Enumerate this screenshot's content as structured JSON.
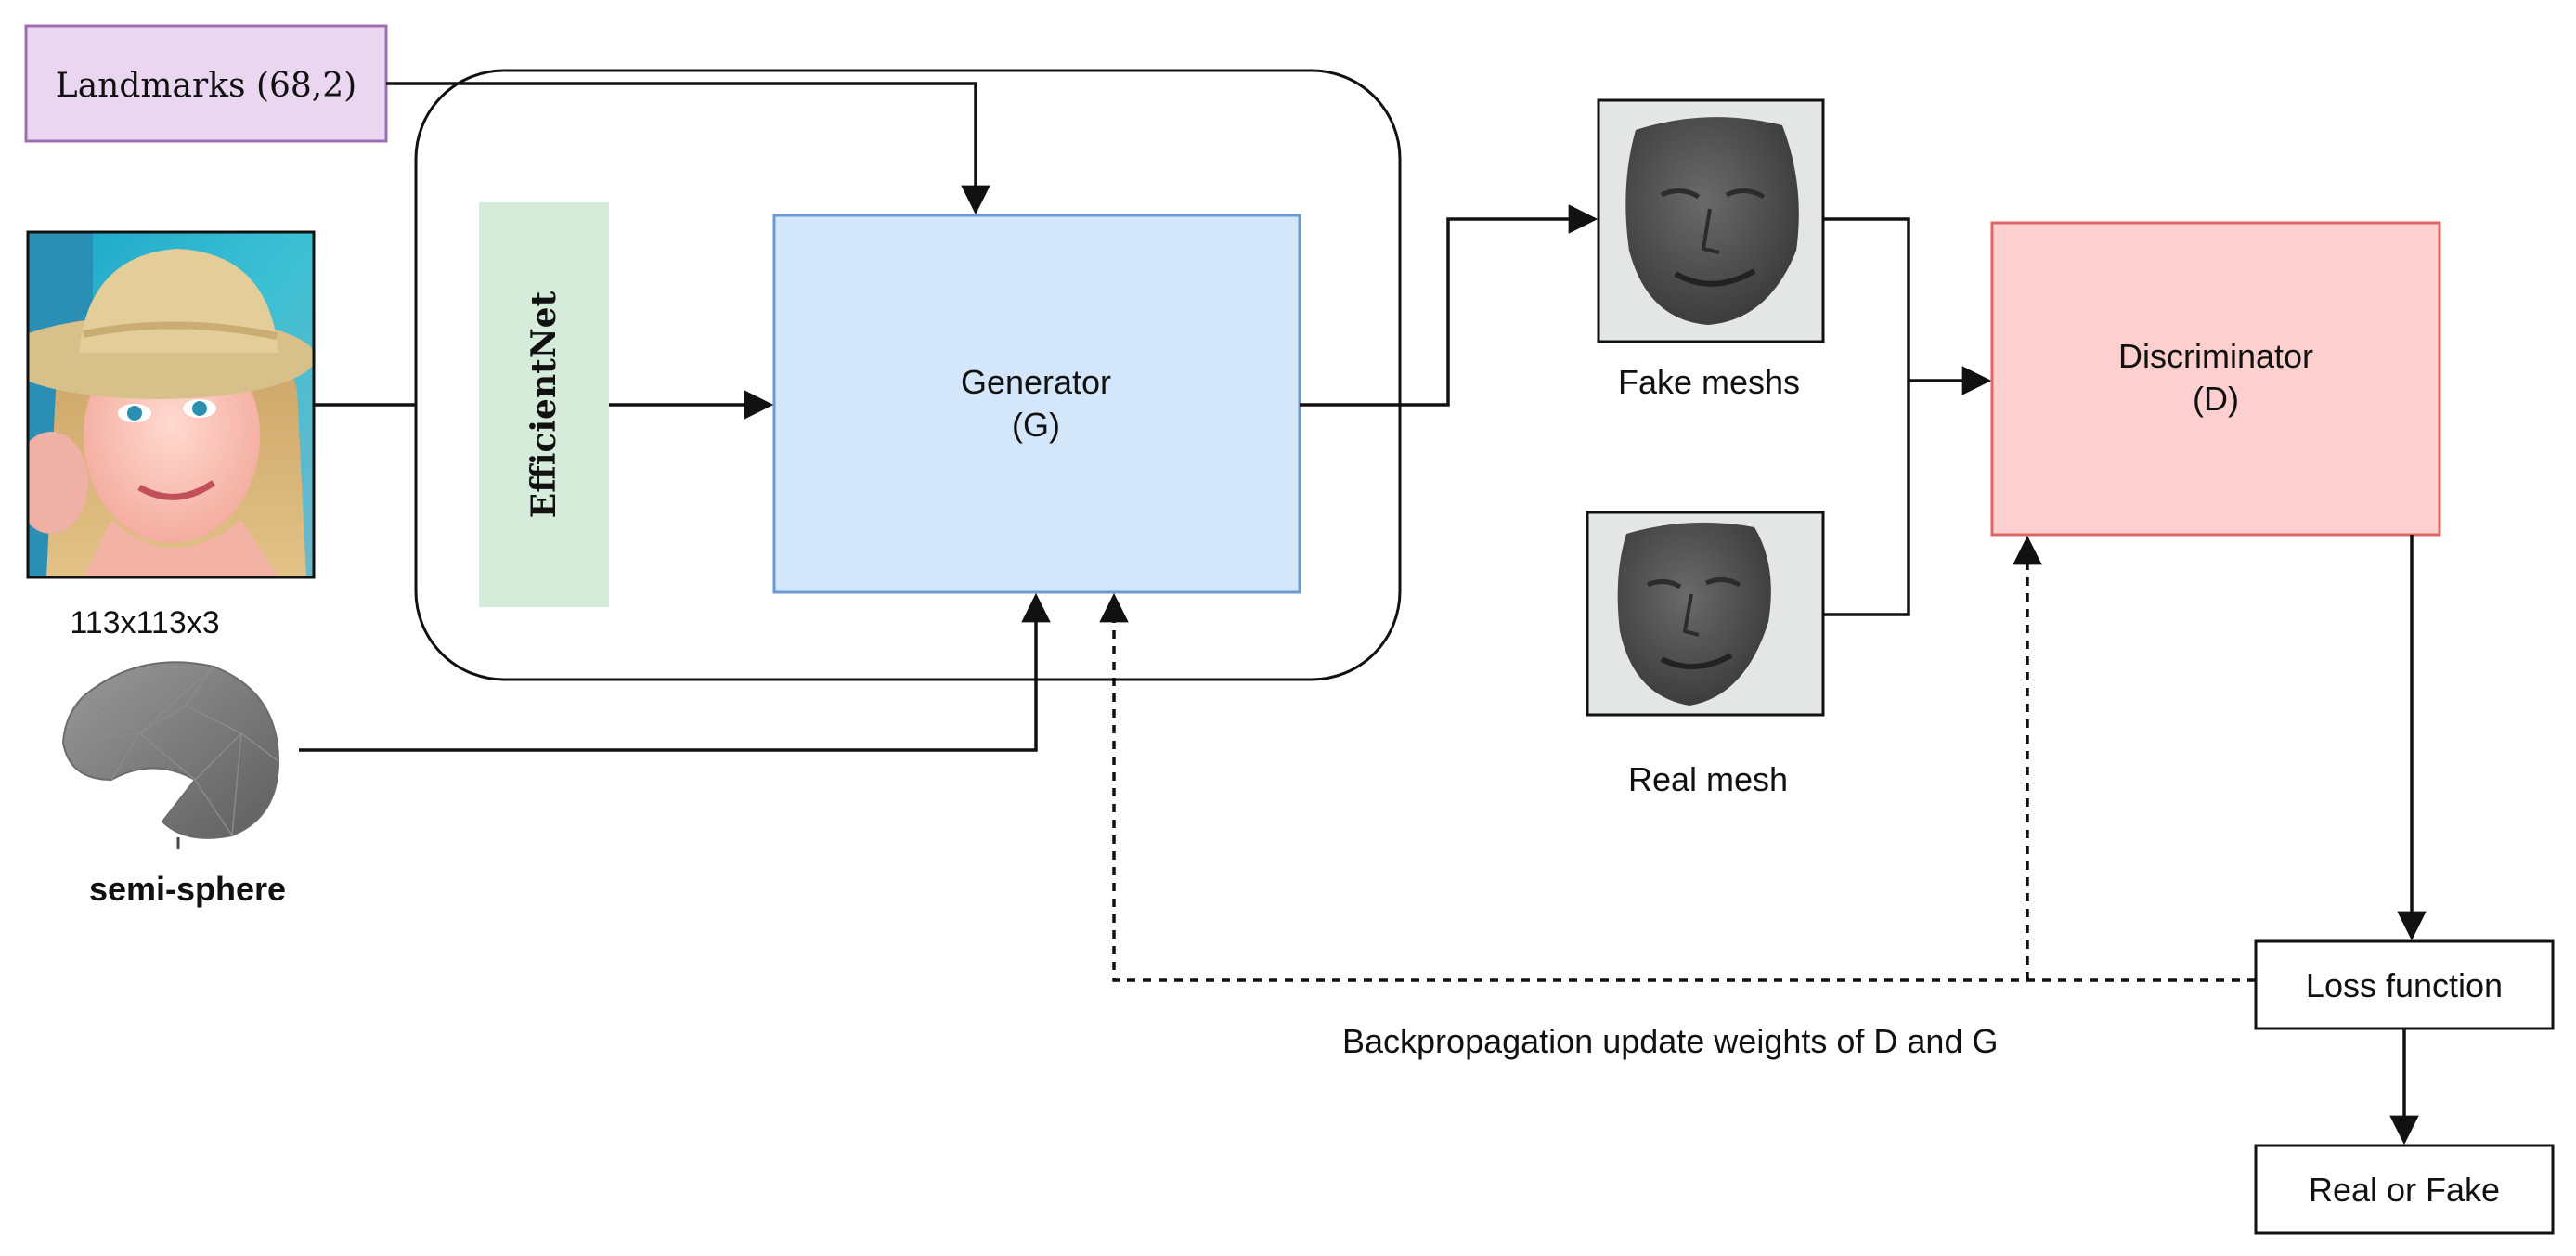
{
  "nodes": {
    "landmarks": "Landmarks (68,2)",
    "image_caption": "113x113x3",
    "semisphere_caption": "semi-sphere",
    "efficientnet": "EfficientNet",
    "generator_line1": "Generator",
    "generator_line2": "(G)",
    "fake_caption": "Fake meshs",
    "real_caption": "Real mesh",
    "discriminator_line1": "Discriminator",
    "discriminator_line2": "(D)",
    "loss": "Loss function",
    "output": "Real or Fake",
    "backprop": "Backpropagation update weights of D and G"
  },
  "colors": {
    "landmarks_fill": "#ead6f0",
    "landmarks_stroke": "#9e6fb0",
    "efficientnet_fill": "#d5ecdb",
    "generator_fill": "#d4e6fa",
    "generator_stroke": "#6c99cf",
    "discriminator_fill": "#fdd0cf",
    "discriminator_stroke": "#e06666",
    "line": "#111111",
    "mesh_gray": "#4a4a4a"
  },
  "icons": {
    "input_photo": "girl-in-straw-hat-photo",
    "sphere": "semi-sphere-mesh-icon",
    "fake_mesh": "fake-face-mesh-image",
    "real_mesh": "real-face-mesh-image"
  }
}
